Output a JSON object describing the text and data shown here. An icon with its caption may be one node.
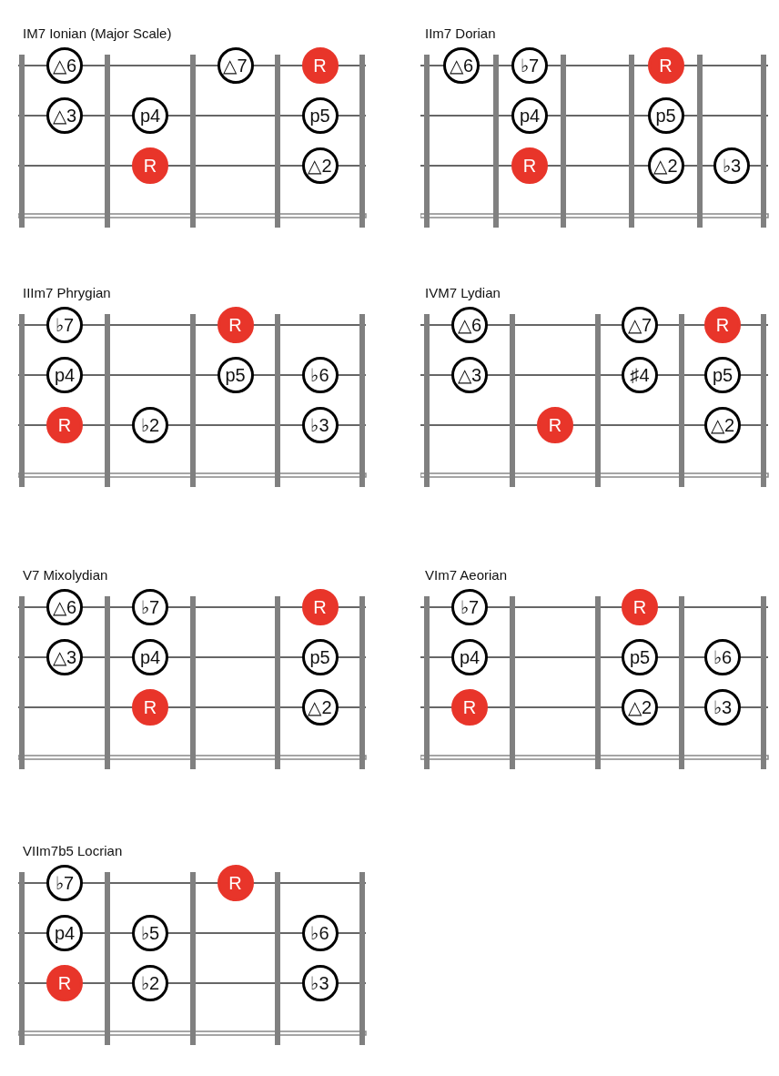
{
  "diagram": {
    "nodes": [
      {
        "text": [
          "IM7 Ionian (Major Scale)"
        ]
      },
      {
        "text": [
          "△6"
        ],
        "in": 0
      },
      {
        "text": [
          "△7"
        ],
        "in": 0
      },
      {
        "text": [
          "R"
        ],
        "in": 0
      },
      {
        "text": [
          "△3"
        ],
        "in": 0
      },
      {
        "text": [
          "p4"
        ],
        "in": 0
      },
      {
        "text": [
          "p5"
        ],
        "in": 0
      },
      {
        "text": [
          "R"
        ],
        "in": 0
      },
      {
        "text": [
          "△2"
        ],
        "in": 0
      },
      {
        "text": [
          "IIm7 Dorian"
        ]
      },
      {
        "text": [
          "△6"
        ],
        "in": 9
      },
      {
        "text": [
          "♭7"
        ],
        "in": 9
      },
      {
        "text": [
          "R"
        ],
        "in": 9
      },
      {
        "text": [
          "p4"
        ],
        "in": 9
      },
      {
        "text": [
          "p5"
        ],
        "in": 9
      },
      {
        "text": [
          "R"
        ],
        "in": 9
      },
      {
        "text": [
          "△2"
        ],
        "in": 9
      },
      {
        "text": [
          "♭3"
        ],
        "in": 9
      },
      {
        "text": [
          "IIIm7 Phrygian"
        ]
      },
      {
        "text": [
          "♭7"
        ],
        "in": 18
      },
      {
        "text": [
          "R"
        ],
        "in": 18
      },
      {
        "text": [
          "p4"
        ],
        "in": 18
      },
      {
        "text": [
          "p5"
        ],
        "in": 18
      },
      {
        "text": [
          "♭6"
        ],
        "in": 18
      },
      {
        "text": [
          "R"
        ],
        "in": 18
      },
      {
        "text": [
          "♭2"
        ],
        "in": 18
      },
      {
        "text": [
          "♭3"
        ],
        "in": 18
      },
      {
        "text": [
          "IVM7 Lydian"
        ]
      },
      {
        "text": [
          "△6"
        ],
        "in": 27
      },
      {
        "text": [
          "△7"
        ],
        "in": 27
      },
      {
        "text": [
          "R"
        ],
        "in": 27
      },
      {
        "text": [
          "△3"
        ],
        "in": 27
      },
      {
        "text": [
          "♯4"
        ],
        "in": 27
      },
      {
        "text": [
          "p5"
        ],
        "in": 27
      },
      {
        "text": [
          "R"
        ],
        "in": 27
      },
      {
        "text": [
          "△2"
        ],
        "in": 27
      },
      {
        "text": [
          "V7 Mixolydian"
        ]
      },
      {
        "text": [
          "△6"
        ],
        "in": 36
      },
      {
        "text": [
          "♭7"
        ],
        "in": 36
      },
      {
        "text": [
          "R"
        ],
        "in": 36
      },
      {
        "text": [
          "△3"
        ],
        "in": 36
      },
      {
        "text": [
          "p4"
        ],
        "in": 36
      },
      {
        "text": [
          "p5"
        ],
        "in": 36
      },
      {
        "text": [
          "R"
        ],
        "in": 36
      },
      {
        "text": [
          "△2"
        ],
        "in": 36
      },
      {
        "text": [
          "VIm7 Aeorian"
        ]
      },
      {
        "text": [
          "♭7"
        ],
        "in": 45
      },
      {
        "text": [
          "R"
        ],
        "in": 45
      },
      {
        "text": [
          "p4"
        ],
        "in": 45
      },
      {
        "text": [
          "p5"
        ],
        "in": 45
      },
      {
        "text": [
          "♭6"
        ],
        "in": 45
      },
      {
        "text": [
          "R"
        ],
        "in": 45
      },
      {
        "text": [
          "△2"
        ],
        "in": 45
      },
      {
        "text": [
          "♭3"
        ],
        "in": 45
      },
      {
        "text": [
          "VIIm7b5 Locrian"
        ]
      },
      {
        "text": [
          "♭7"
        ],
        "in": 54
      },
      {
        "text": [
          "R"
        ],
        "in": 54
      },
      {
        "text": [
          "p4"
        ],
        "in": 54
      },
      {
        "text": [
          "♭5"
        ],
        "in": 54
      },
      {
        "text": [
          "♭6"
        ],
        "in": 54
      },
      {
        "text": [
          "R"
        ],
        "in": 54
      },
      {
        "text": [
          "♭2"
        ],
        "in": 54
      },
      {
        "text": [
          "♭3"
        ],
        "in": 54
      }
    ]
  }
}
